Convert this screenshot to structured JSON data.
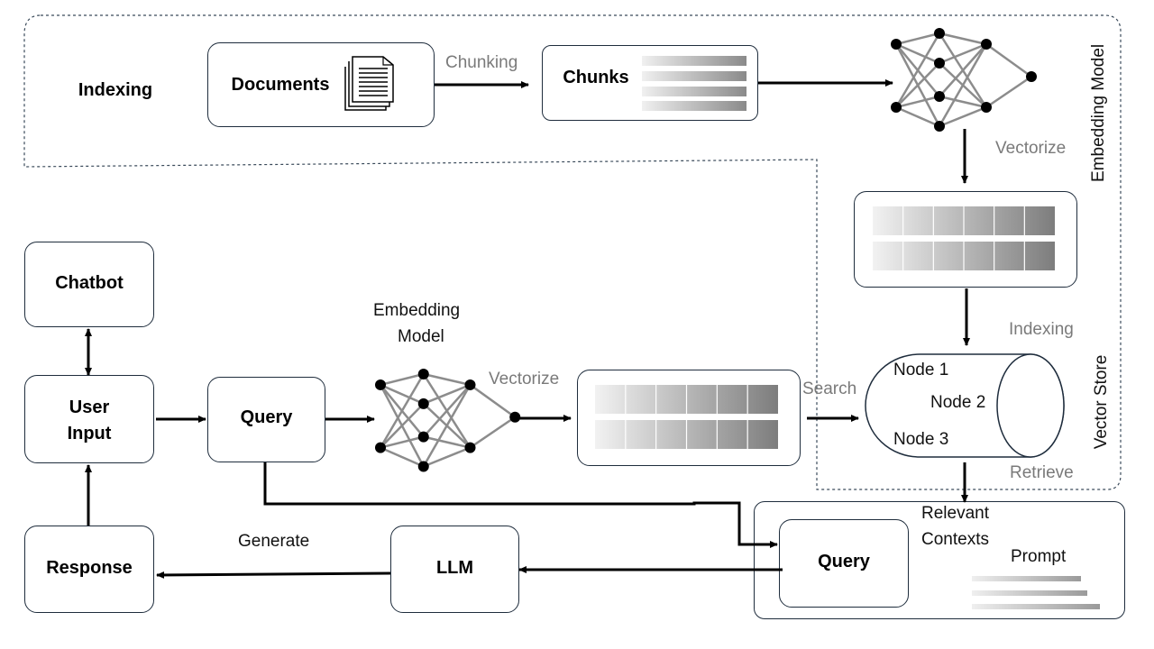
{
  "labels": {
    "indexing_section": "Indexing",
    "documents": "Documents",
    "chunking": "Chunking",
    "chunks": "Chunks",
    "embedding_model_vertical": "Embedding Model",
    "vectorize_top": "Vectorize",
    "indexing_edge": "Indexing",
    "vector_store_vertical": "Vector Store",
    "node1": "Node 1",
    "node2": "Node 2",
    "node3": "Node 3",
    "retrieve": "Retrieve",
    "search": "Search",
    "chatbot": "Chatbot",
    "user_input_line1": "User",
    "user_input_line2": "Input",
    "query_left": "Query",
    "embedding_model_line1": "Embedding",
    "embedding_model_line2": "Model",
    "vectorize_middle": "Vectorize",
    "relevant_contexts_line1": "Relevant",
    "relevant_contexts_line2": "Contexts",
    "prompt": "Prompt",
    "query_right": "Query",
    "llm": "LLM",
    "generate": "Generate",
    "response": "Response"
  },
  "icons": [
    "document-stack-icon",
    "neural-network-icon",
    "vector-bar-icon",
    "text-lines-icon"
  ]
}
